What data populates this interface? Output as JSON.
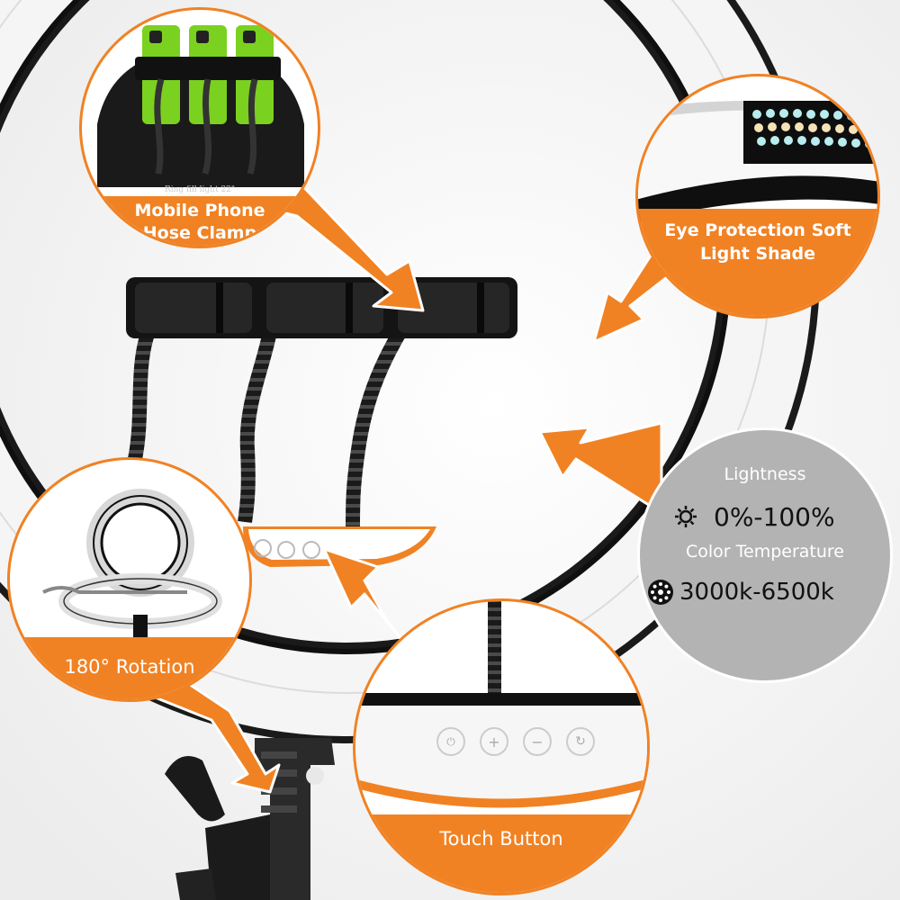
{
  "theme": {
    "accent": "#F08224",
    "ring_white": "#F7F7F7",
    "dark": "#151515",
    "panel_gray": "#B5B5B5"
  },
  "callouts": {
    "phone_clamp": {
      "label_line1": "Mobile Phone",
      "label_line2": "Hose Clamp",
      "product_text": "Ring fill light 22\""
    },
    "soft_light": {
      "label_line1": "Eye Protection Soft",
      "label_line2": "Light Shade"
    },
    "specs": {
      "lightness_label": "Lightness",
      "lightness_value": "0%-100%",
      "lightness_icon": "sun-icon",
      "color_temp_label": "Color Temperature",
      "color_temp_value": "3000k-6500k",
      "color_temp_icon": "dots-circle-icon"
    },
    "rotation": {
      "label": "180° Rotation"
    },
    "touch": {
      "label": "Touch Button",
      "buttons": [
        "power-icon",
        "plus-icon",
        "minus-icon",
        "cycle-icon"
      ]
    }
  }
}
